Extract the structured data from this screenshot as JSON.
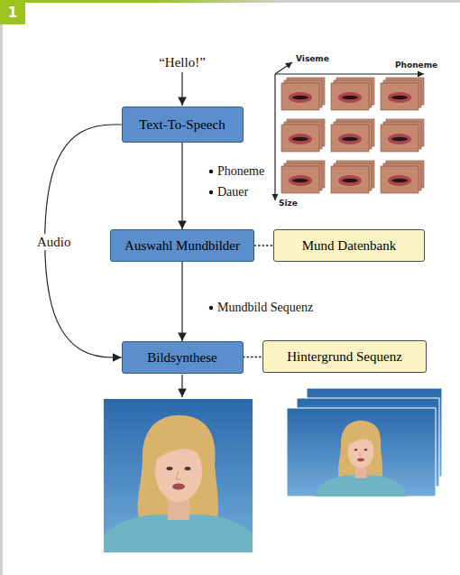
{
  "diagram": {
    "nodes": [
      {
        "text": [
          "Text-To-Speech"
        ]
      },
      {
        "text": [
          "Auswahl Mundbilder"
        ]
      },
      {
        "text": [
          "Mund Datenbank"
        ]
      },
      {
        "text": [
          "Bildsynthese"
        ]
      },
      {
        "text": [
          "Hintergrund Sequenz"
        ]
      }
    ],
    "edges": [
      {
        "from": 0,
        "to": 1,
        "arrow": "to"
      },
      {
        "from": 1,
        "to": 2,
        "arrow": "none"
      },
      {
        "from": 0,
        "to": 3,
        "label": "Audio",
        "arrow": "to"
      },
      {
        "from": 1,
        "to": 3,
        "arrow": "to"
      },
      {
        "from": 3,
        "to": 4,
        "arrow": "none"
      }
    ],
    "labels": [
      "1",
      "“Hello!”",
      "Phoneme",
      "Dauer",
      "Viseme",
      "Phoneme",
      "Size",
      "Mundbild Sequenz"
    ]
  }
}
